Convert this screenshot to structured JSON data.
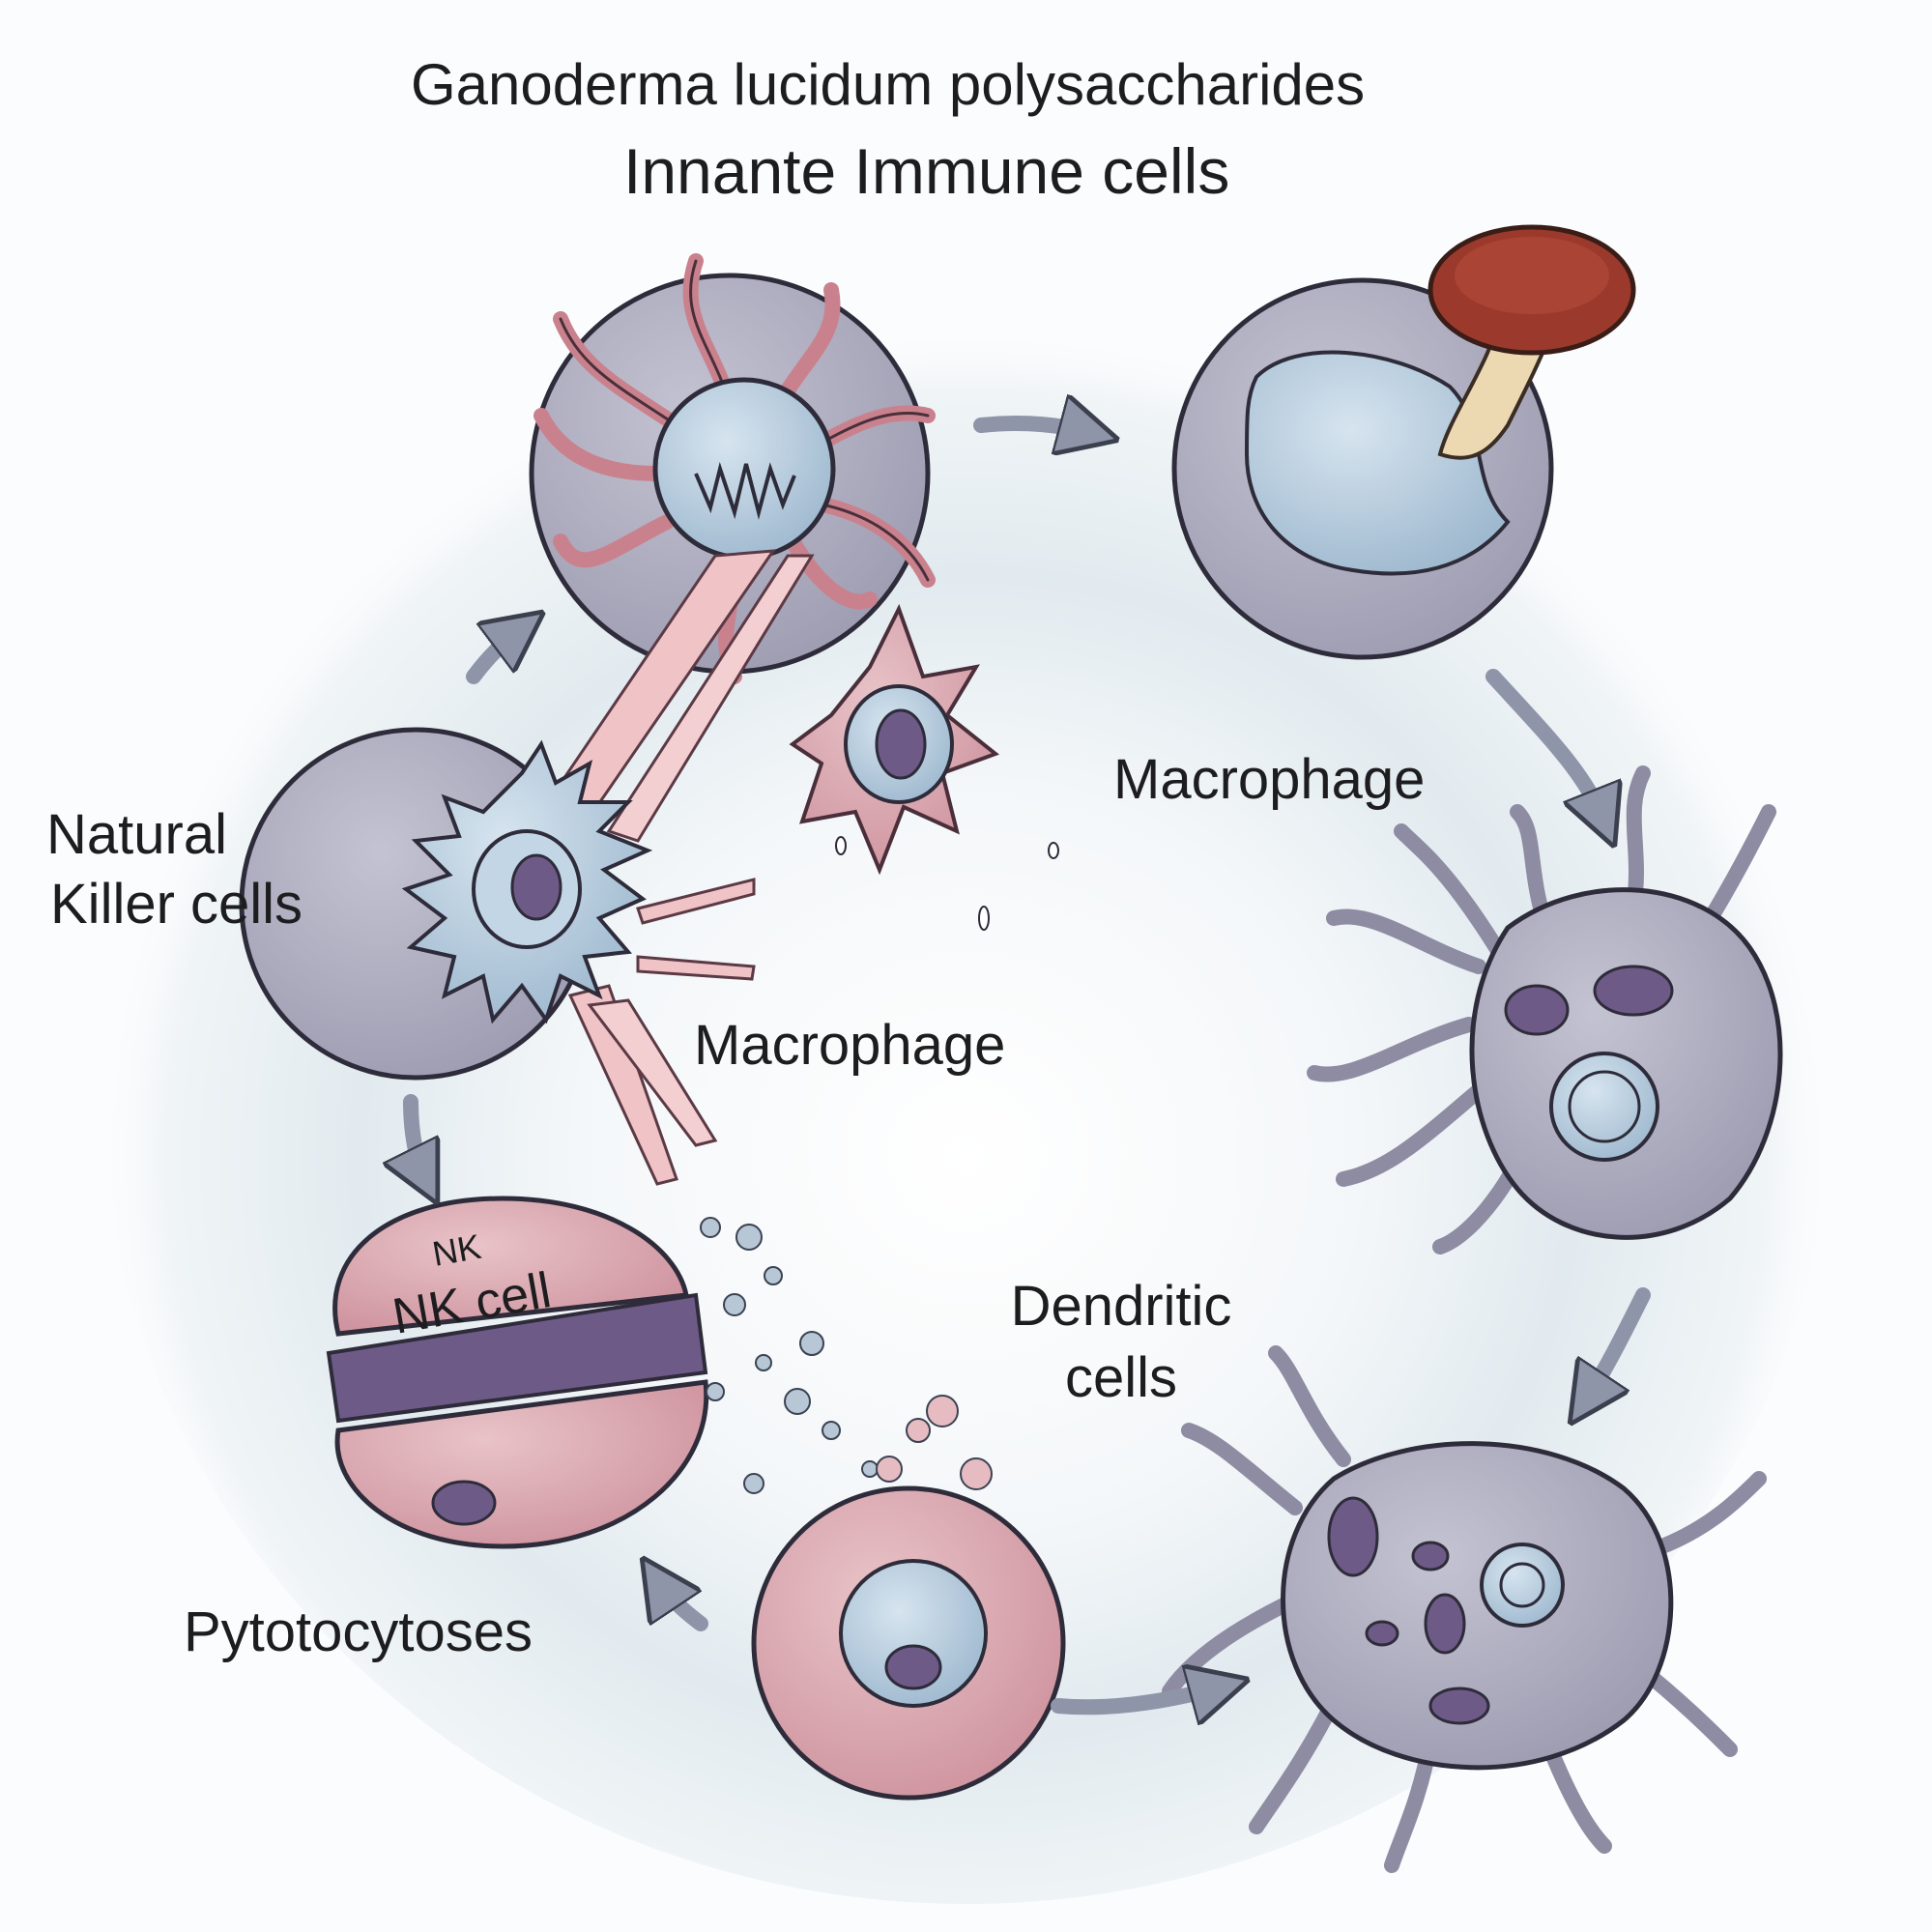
{
  "title": "Ganoderma lucidum polysaccharides",
  "subtitle": "Innante Immune cells",
  "labels": {
    "natural_line1": "Natural",
    "natural_line2": "Killer cells",
    "macrophage_upper": "Macrophage",
    "macrophage_center": "Macrophage",
    "dendritic_line1": "Dendritic",
    "dendritic_line2": "cells",
    "pytotocytoses": "Pytotocytoses",
    "nk_small": "NK",
    "nk_cell": "NK cell"
  },
  "colors": {
    "background_wash": "#e3ecf0",
    "gray_cell": "#a9a8ba",
    "pink_cell": "#d9a3ae",
    "blue_nucleus": "#b9cde0",
    "purple_nucleus": "#6e5a86",
    "arrow": "#8f95a9",
    "mushroom_cap": "#9b3a2c",
    "mushroom_stem": "#ecd9b2"
  }
}
